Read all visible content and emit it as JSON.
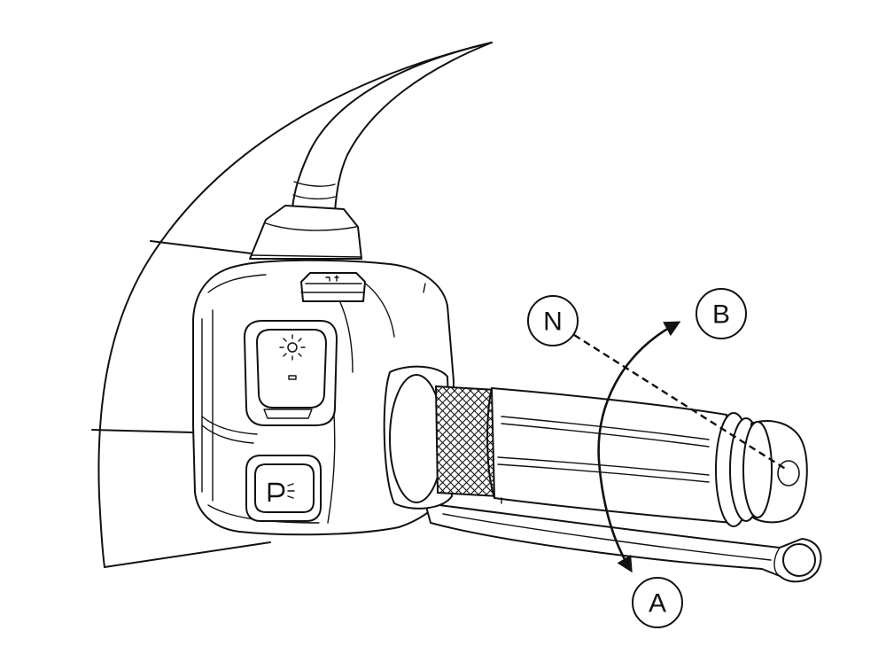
{
  "callouts": {
    "neutral": "N",
    "up": "B",
    "down": "A"
  },
  "icons": {
    "top_button": "switch-icon",
    "upper_button": "headlight-icon",
    "lower_button": "parking-light-icon"
  },
  "colors": {
    "line": "#111111",
    "background": "#ffffff"
  }
}
